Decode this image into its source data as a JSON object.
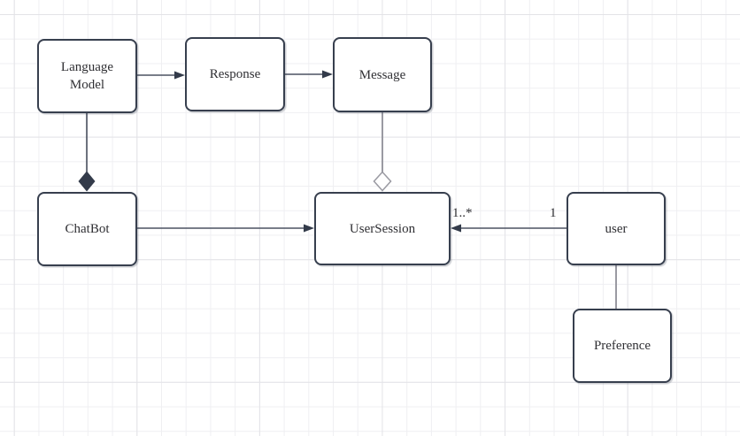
{
  "canvas": {
    "background": "#ffffff",
    "grid_minor_color": "#efeff2",
    "grid_major_color": "#e3e3e7"
  },
  "colors": {
    "node_fill": "#ffffff",
    "node_border": "#373f4e",
    "node_text": "#2f2f33",
    "connector_dark": "#4b5262",
    "connector_gray": "#9a9aa2",
    "arrowhead_fill": "#333b4a",
    "composition_diamond_fill": "#333b4a",
    "aggregation_diamond_fill": "#ffffff"
  },
  "nodes": {
    "language_model": {
      "label": "Language Model"
    },
    "response": {
      "label": "Response"
    },
    "message": {
      "label": "Message"
    },
    "chatbot": {
      "label": "ChatBot"
    },
    "user_session": {
      "label": "UserSession"
    },
    "user": {
      "label": "user"
    },
    "preference": {
      "label": "Preference"
    }
  },
  "edges": {
    "languagemodel_response": {
      "type": "directed-arrow",
      "from": "Language Model",
      "to": "Response"
    },
    "response_message": {
      "type": "directed-arrow",
      "from": "Response",
      "to": "Message"
    },
    "languagemodel_chatbot": {
      "type": "composition",
      "diamond": "filled",
      "from": "Language Model",
      "to": "ChatBot"
    },
    "message_usersession": {
      "type": "aggregation",
      "diamond": "hollow",
      "from": "Message",
      "to": "UserSession"
    },
    "chatbot_usersession": {
      "type": "directed-arrow",
      "from": "ChatBot",
      "to": "UserSession"
    },
    "user_usersession": {
      "type": "directed-arrow",
      "from": "user",
      "to": "UserSession",
      "multiplicity_source": "1",
      "multiplicity_target": "1..*"
    },
    "user_preference": {
      "type": "plain-line",
      "from": "user",
      "to": "Preference"
    }
  }
}
